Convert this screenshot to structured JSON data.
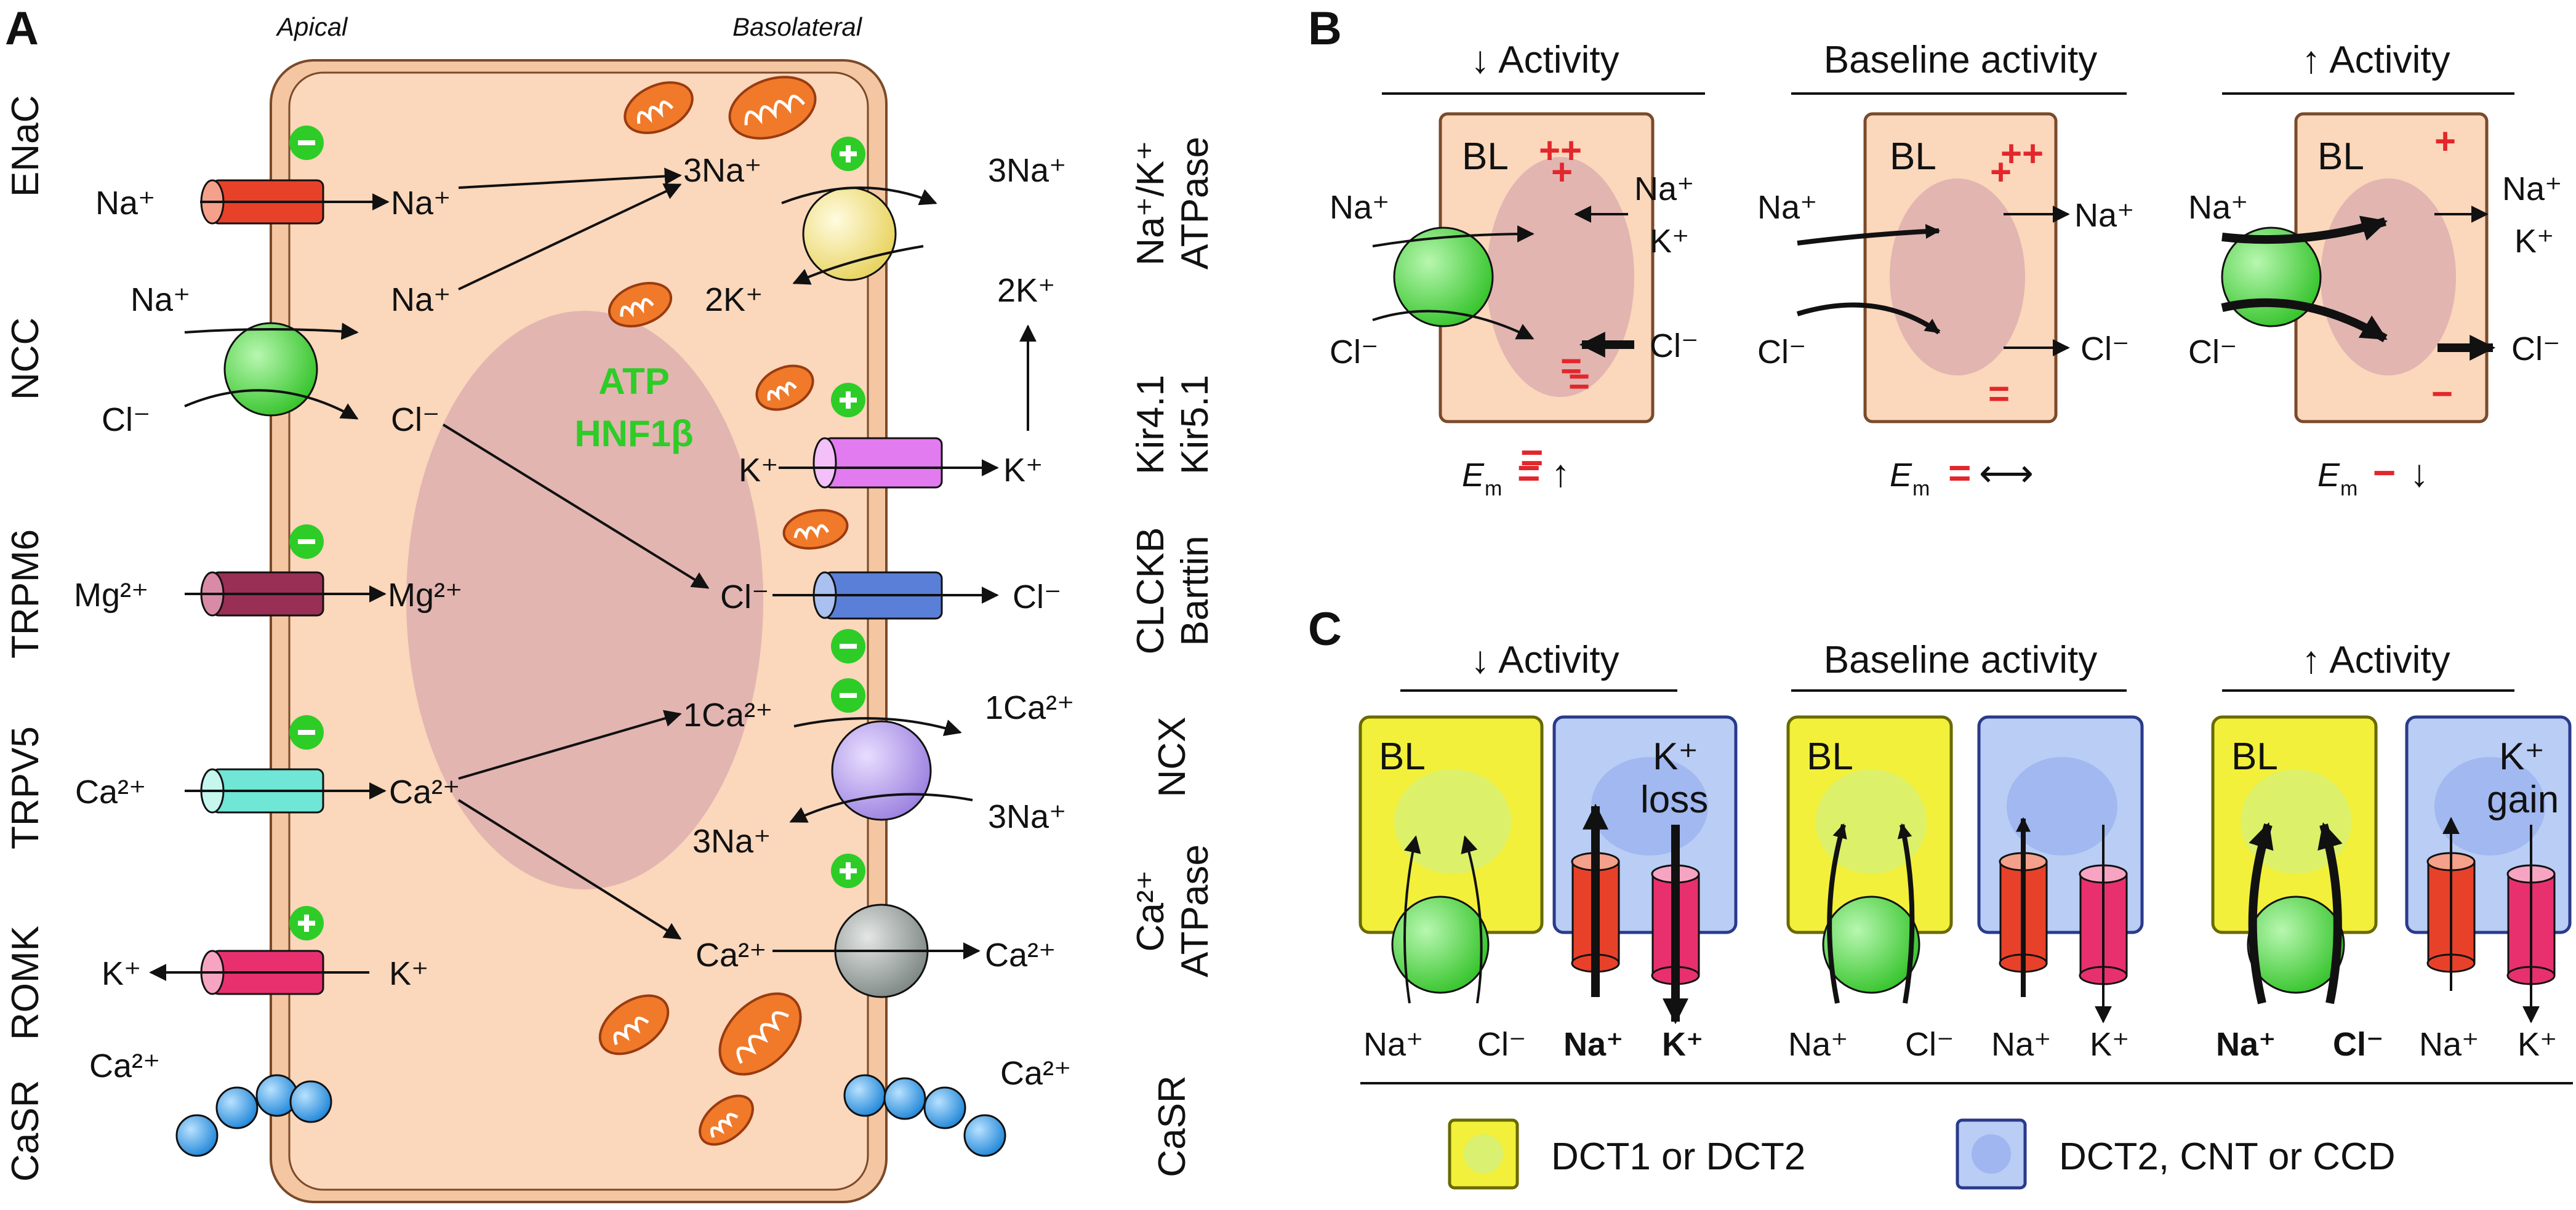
{
  "panels": {
    "a": "A",
    "b": "B",
    "c": "C"
  },
  "panel_a": {
    "apical": "Apical",
    "basolateral": "Basolateral",
    "center_l1": "ATP",
    "center_l2": "HNF1β",
    "left_labels": [
      "ENaC",
      "NCC",
      "TRPM6",
      "TRPV5",
      "ROMK",
      "CaSR"
    ],
    "right_labels": {
      "nak_l1": "Na⁺/K⁺",
      "nak_l2": "ATPase",
      "kir_l1": "Kir4.1",
      "kir_l2": "Kir5.1",
      "clc_l1": "CLCKB",
      "clc_l2": "Barttin",
      "ncx": "NCX",
      "caatp_l1": "Ca²⁺",
      "caatp_l2": "ATPase",
      "casr": "CaSR"
    },
    "ions": {
      "na": "Na⁺",
      "cl": "Cl⁻",
      "mg": "Mg²⁺",
      "ca": "Ca²⁺",
      "k": "K⁺",
      "na3": "3Na⁺",
      "k2": "2K⁺",
      "ca1": "1Ca²⁺"
    },
    "signs": {
      "plus": "+",
      "minus": "−"
    }
  },
  "panel_b": {
    "headers": [
      "↓ Activity",
      "Baseline activity",
      "↑ Activity"
    ],
    "bl": "BL",
    "em": "E",
    "em_sub": "m",
    "em_trends": [
      "↑",
      "⟷",
      "↓"
    ],
    "charges": {
      "pp": "++",
      "p": "+",
      "mm": "=",
      "m": "−"
    }
  },
  "panel_c": {
    "headers": [
      "↓ Activity",
      "Baseline activity",
      "↑ Activity"
    ],
    "bl": "BL",
    "k_loss_l1": "K⁺",
    "k_loss_l2": "loss",
    "k_gain_l1": "K⁺",
    "k_gain_l2": "gain",
    "legend": [
      "DCT1 or DCT2",
      "DCT2, CNT or CCD"
    ]
  },
  "colors": {
    "cell": "#fbd7bb",
    "cell_edge": "#7a4a2a",
    "nucleus": "#d9a9ae",
    "enac": "#e8412a",
    "ncc": "#55e04c",
    "trpm6": "#9a2f55",
    "trpv5": "#6fe6d6",
    "romk": "#e8306f",
    "kir": "#e27af0",
    "clc": "#5a7fd8",
    "ncx": "#b39bea",
    "nak": "#f3e38a",
    "caatp": "#9aa3a0",
    "casr": "#2e9be6",
    "mito": "#f07a2a",
    "dct1": "#f2f03a",
    "cnt": "#b9cdf5"
  }
}
